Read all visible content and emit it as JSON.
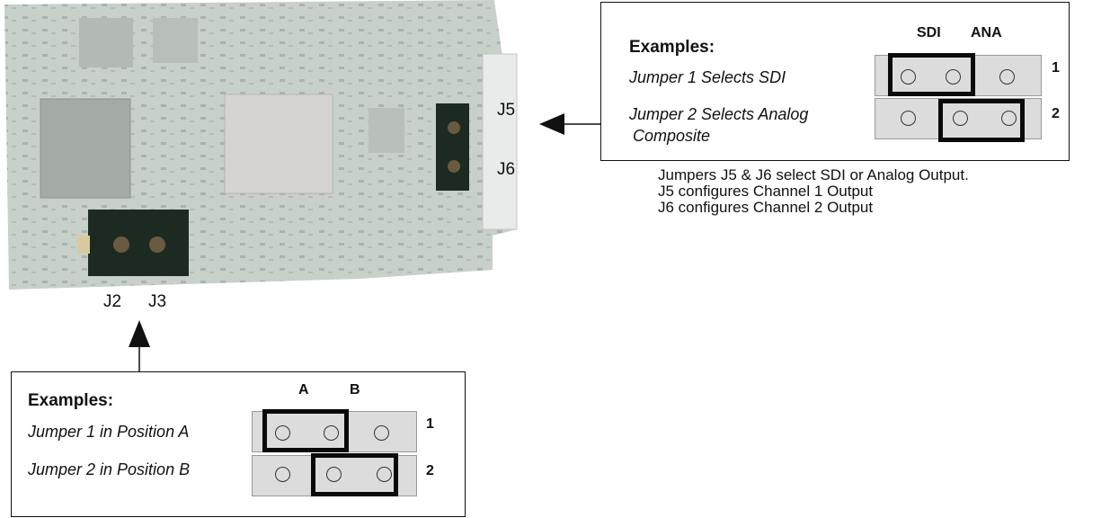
{
  "board": {
    "labels": {
      "j5": "J5",
      "j6": "J6",
      "j2": "J2",
      "j3": "J3"
    }
  },
  "sdi_box": {
    "title": "Examples:",
    "row1": "Jumper 1 Selects SDI",
    "row2_line1": "Jumper 2 Selects Analog",
    "row2_line2": "Composite",
    "col_a": "SDI",
    "col_b": "ANA",
    "num1": "1",
    "num2": "2"
  },
  "notes": [
    "Jumpers J5 & J6 select SDI or Analog Output.",
    "J5 configures Channel 1 Output",
    "J6 configures Channel 2 Output"
  ],
  "pos_box": {
    "title": "Examples:",
    "row1": "Jumper 1 in Position A",
    "row2": "Jumper 2 in Position B",
    "col_a": "A",
    "col_b": "B",
    "num1": "1",
    "num2": "2"
  },
  "colors": {
    "board": "#c9d1cb",
    "module": "#1c2a22",
    "cell": "#dcdcdc"
  }
}
